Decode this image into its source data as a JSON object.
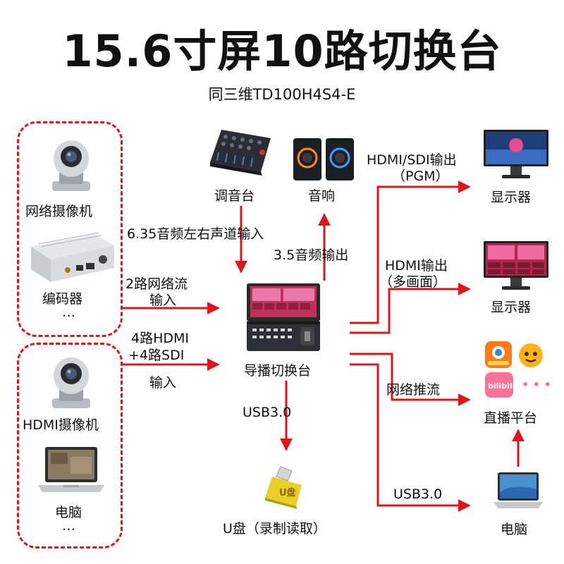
{
  "title": "15.6寸屏10路切换台",
  "subtitle": "同三维TD100H4S4-E",
  "left_inputs": {
    "network_camera": "网络摄像机",
    "encoder": "编码器",
    "ellipsis_1": "…",
    "hdmi_camera": "HDMI摄像机",
    "computer": "电脑",
    "ellipsis_2": "…"
  },
  "top": {
    "mixer": "调音台",
    "speaker": "音响",
    "audio_in": "6.35音频左右声道输入",
    "audio_out": "3.5音频输出"
  },
  "center": {
    "net_in_line1": "2路网络流",
    "net_in_line2": "输入",
    "hdmi_in_line1": "4路HDMI",
    "hdmi_in_line2": "+4路SDI",
    "hdmi_in_line3": "输入",
    "switcher": "导播切换台",
    "usb": "USB3.0",
    "udisk": "U盘（录制读取）"
  },
  "right": {
    "pgm_line1": "HDMI/SDI输出",
    "pgm_line2": "（PGM）",
    "monitor_1": "显示器",
    "multi_line1": "HDMI输出",
    "multi_line2": "（多画面）",
    "monitor_2": "显示器",
    "push": "网络推流",
    "platform": "直播平台",
    "more": "• • •",
    "usb": "USB3.0",
    "computer": "电脑"
  },
  "colors": {
    "accent": "#e0141b"
  }
}
